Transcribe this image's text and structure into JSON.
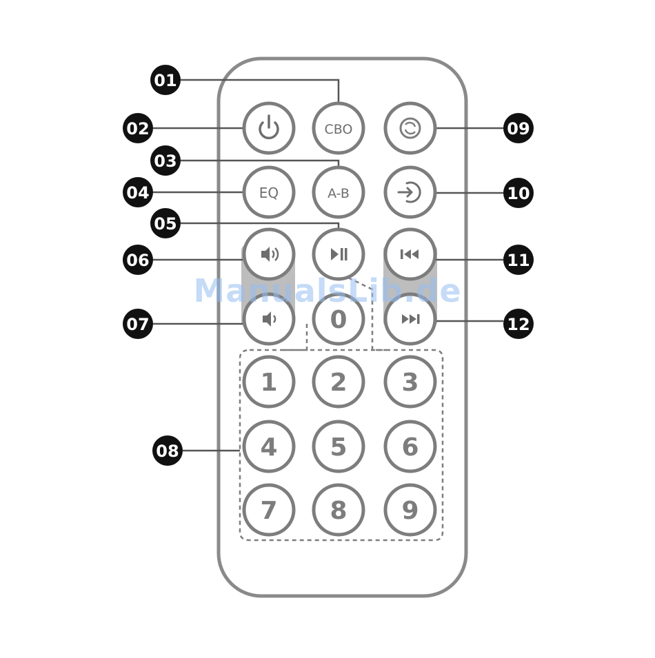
{
  "watermark": "ManualsLib.de",
  "callouts": [
    "01",
    "02",
    "03",
    "04",
    "05",
    "06",
    "07",
    "08",
    "09",
    "10",
    "11",
    "12"
  ],
  "buttons": {
    "power_icon": "power-icon",
    "cbo": "CBO",
    "mode_icon": "mode-icon",
    "eq": "EQ",
    "ab": "A-B",
    "input_icon": "input-icon",
    "vol_up_icon": "volume-up-icon",
    "play_pause_icon": "play-pause-icon",
    "prev_icon": "previous-track-icon",
    "vol_down_icon": "volume-down-icon",
    "zero": "0",
    "next_icon": "next-track-icon",
    "digits": [
      "1",
      "2",
      "3",
      "4",
      "5",
      "6",
      "7",
      "8",
      "9"
    ]
  },
  "colors": {
    "outline": "#8a8a8a",
    "button_fill": "#ffffff",
    "button_border": "#7d7d7d",
    "label_text": "#6e6e6e",
    "callout_fill": "#111111",
    "callout_text": "#ffffff",
    "leader_line": "#555555",
    "pair_bar": "#bdbdbd"
  }
}
